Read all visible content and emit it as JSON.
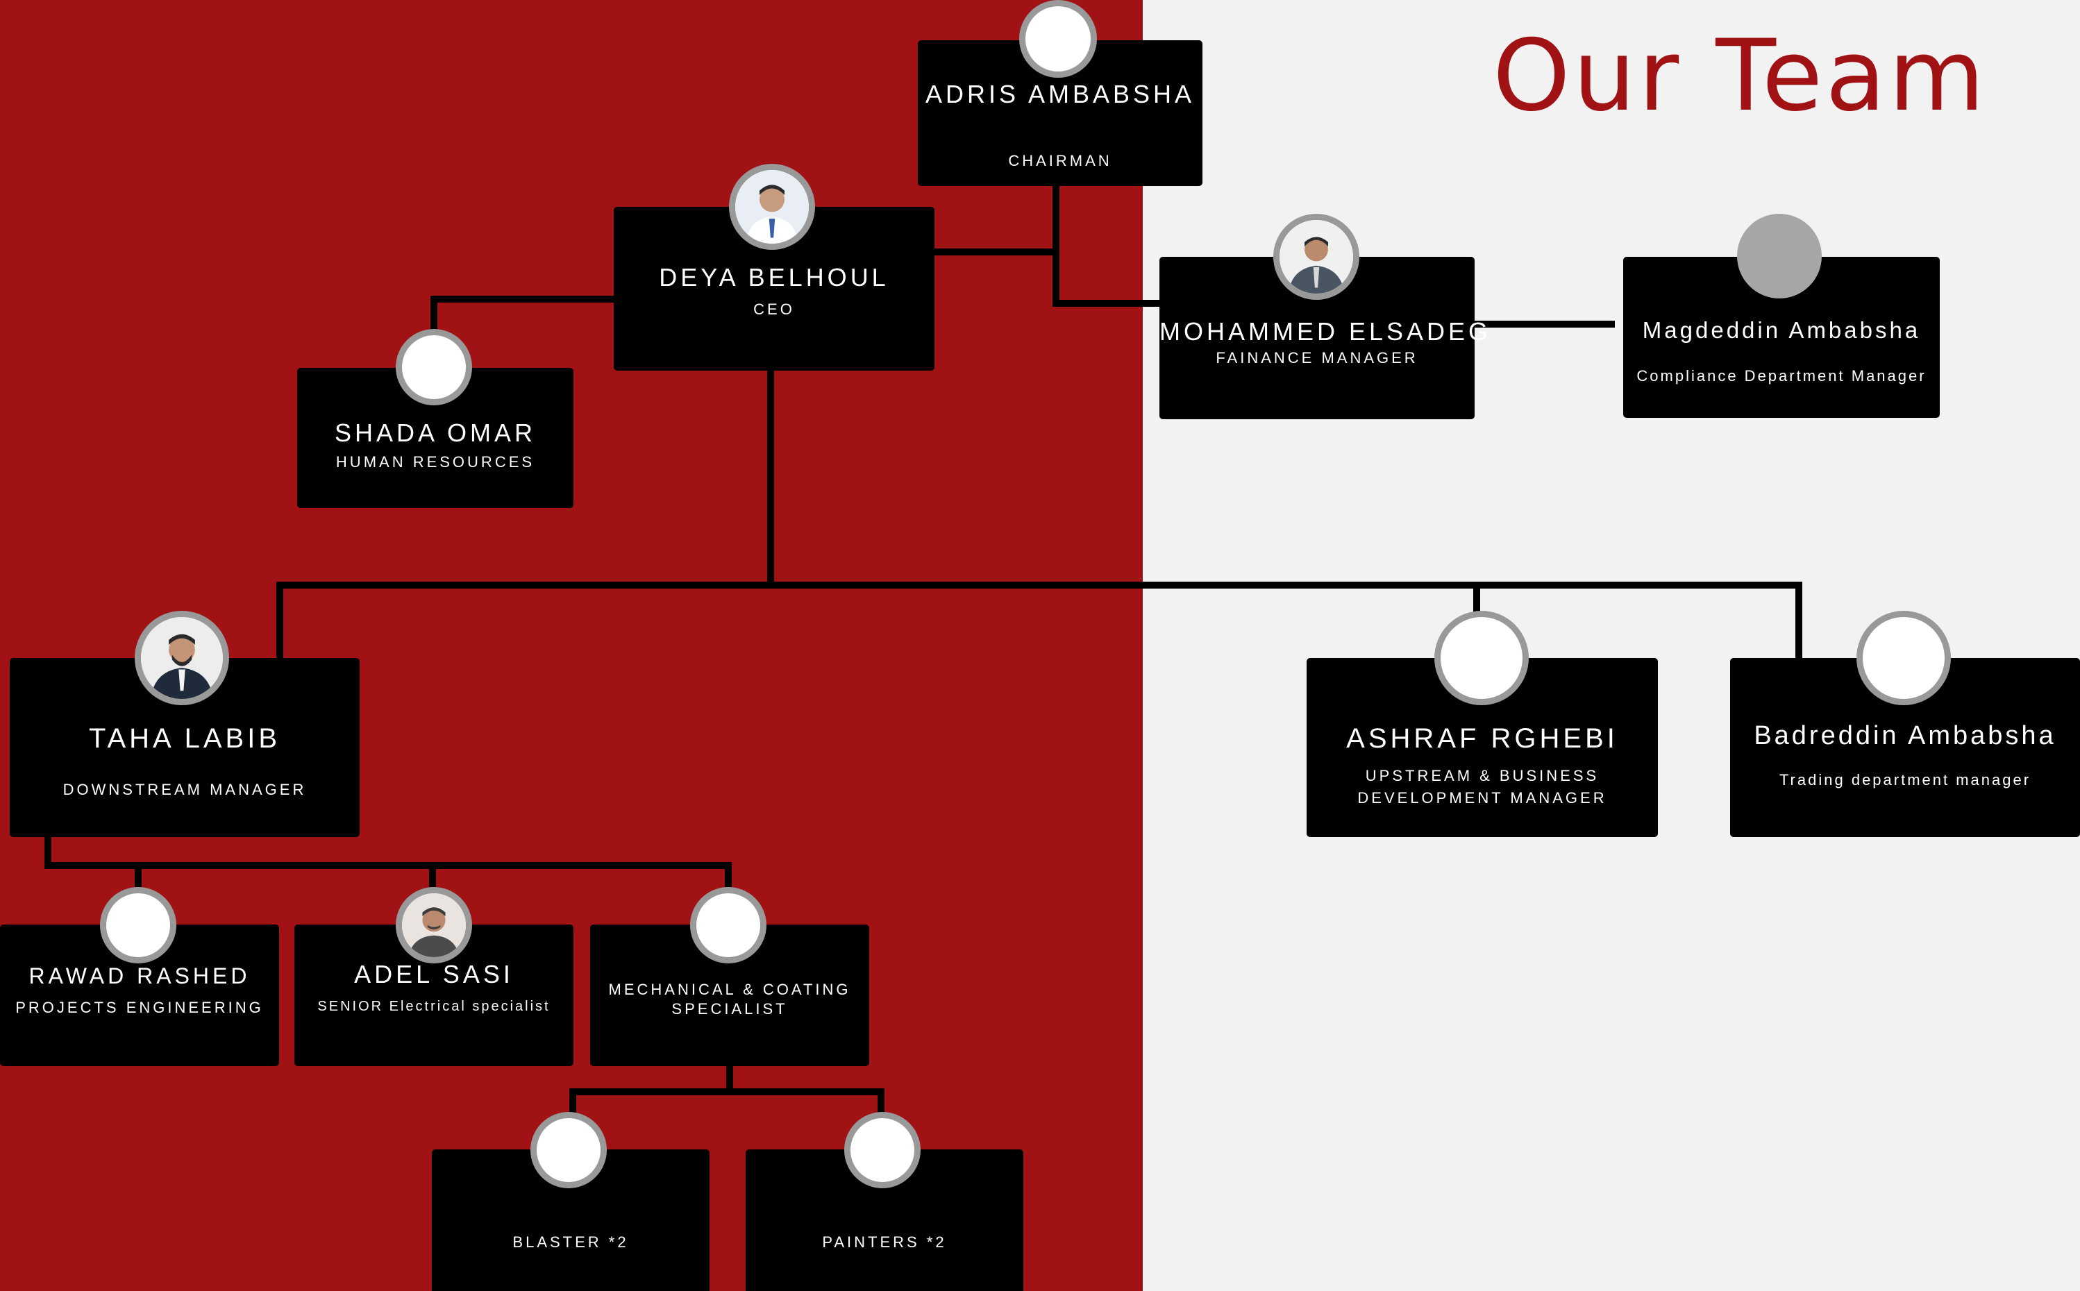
{
  "title": "Our Team",
  "colors": {
    "primary": "#a01214",
    "light_bg": "#f2f2f2",
    "card": "#000000",
    "ring": "#999999"
  },
  "members": {
    "chairman": {
      "name": "ADRIS AMBABSHA",
      "role": "CHAIRMAN",
      "avatar": "empty-avatar-icon"
    },
    "ceo": {
      "name": "DEYA BELHOUL",
      "role": "CEO",
      "avatar": "person-photo-icon"
    },
    "finance": {
      "name": "MOHAMMED ELSADEG",
      "role": "FAINANCE MANAGER",
      "avatar": "person-photo-icon"
    },
    "compliance": {
      "name": "Magdeddin Ambabsha",
      "role": "Compliance Department Manager",
      "avatar": "gray-avatar-icon"
    },
    "hr": {
      "name": "SHADA OMAR",
      "role": "HUMAN RESOURCES",
      "avatar": "empty-avatar-icon"
    },
    "downstream": {
      "name": "TAHA LABIB",
      "role": "DOWNSTREAM MANAGER",
      "avatar": "person-photo-icon"
    },
    "upstream": {
      "name": "ASHRAF RGHEBI",
      "role_line1": "UPSTREAM &  BUSINESS",
      "role_line2": "DEVELOPMENT MANAGER",
      "avatar": "empty-avatar-icon"
    },
    "trading": {
      "name": "Badreddin Ambabsha",
      "role": "Trading department manager",
      "avatar": "empty-avatar-icon"
    },
    "projects": {
      "name": "RAWAD RASHED",
      "role": "PROJECTS ENGINEERING",
      "avatar": "empty-avatar-icon"
    },
    "electrical": {
      "name": "ADEL SASI",
      "role": "SENIOR Electrical specialist",
      "avatar": "person-photo-icon"
    },
    "mechanical": {
      "role_line1": "MECHANICAL & COATING",
      "role_line2": "SPECIALIST",
      "avatar": "empty-avatar-icon"
    },
    "blaster": {
      "role": "BLASTER *2",
      "avatar": "empty-avatar-icon"
    },
    "painters": {
      "role": "PAINTERS *2",
      "avatar": "empty-avatar-icon"
    }
  }
}
